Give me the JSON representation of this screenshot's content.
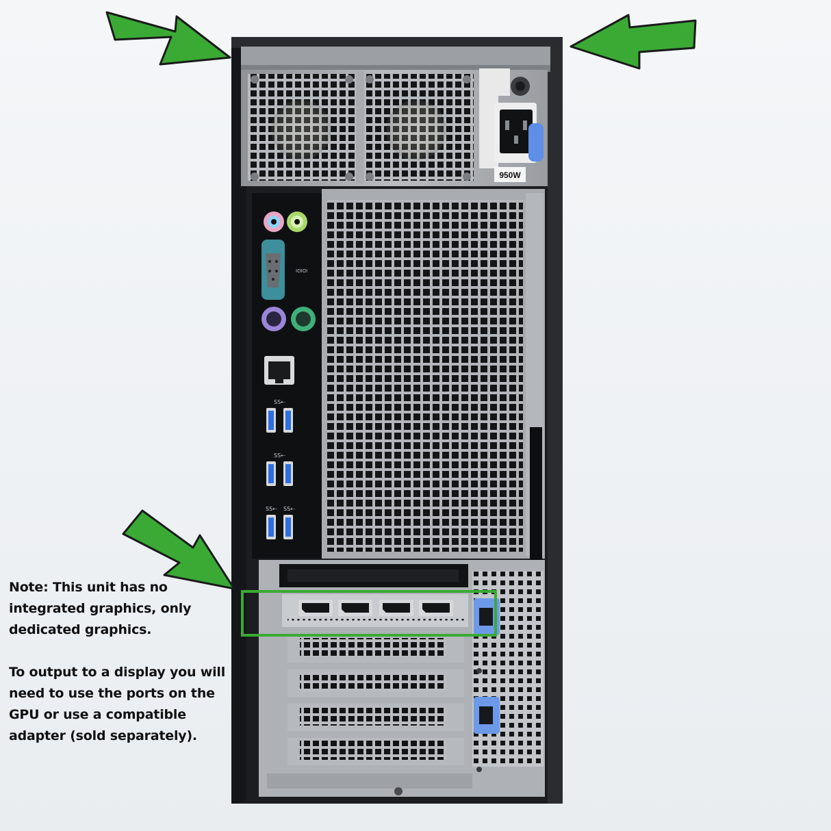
{
  "photo": {
    "psu_label": "950W",
    "io_labels": {
      "serial": "IOIOI",
      "usb_1": "SS⇠",
      "usb_2": "SS⇠",
      "usb_3a": "SS⇠",
      "usb_3b": "SS⇠"
    }
  },
  "note": {
    "paragraph_1": "Note: This unit has no integrated graphics, only dedicated graphics.",
    "paragraph_2": "To output to a display you will need to use the ports on the GPU or use a compatible adapter (sold separately)."
  },
  "colors": {
    "arrow_fill": "#3aaa35",
    "arrow_stroke": "#1a1a1a",
    "highlight_box": "#3aaa35",
    "chassis": "#1c1d20",
    "steel": "#a9acb0",
    "usb_blue": "#2f6fe0",
    "latch_blue": "#6d9ae8"
  },
  "icons": [
    "arrow-top-left-icon",
    "arrow-top-right-icon",
    "arrow-bottom-left-icon",
    "audio-jack-icon",
    "serial-port-icon",
    "ps2-port-icon",
    "ethernet-port-icon",
    "usb-port-icon",
    "displayport-icon"
  ]
}
